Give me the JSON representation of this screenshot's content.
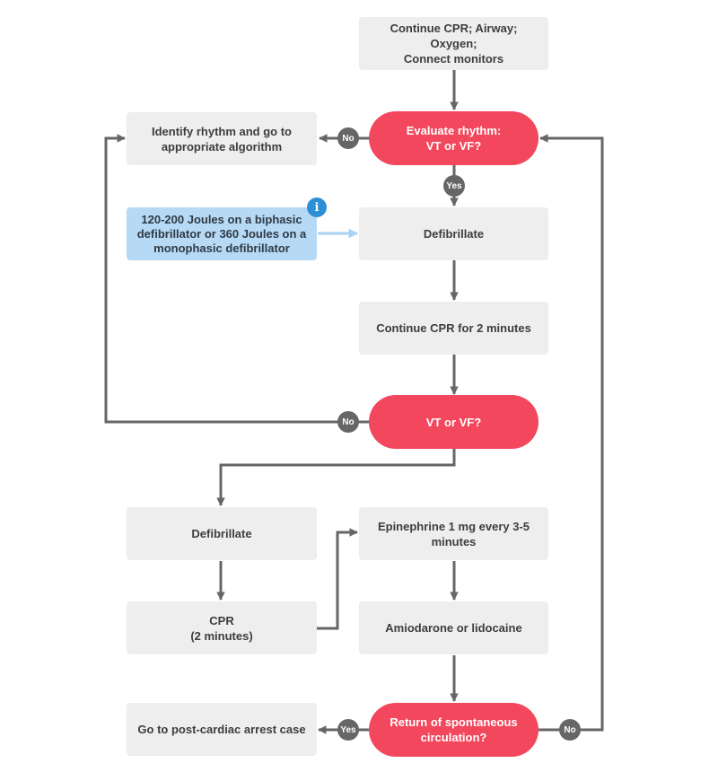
{
  "colors": {
    "box": "#eeeeee",
    "decision": "#f2475c",
    "info": "#b6d9f5",
    "info_icon": "#2f8fd6",
    "connector": "#666666",
    "info_arrow": "#a9d3f3"
  },
  "nodes": {
    "continue_cpr_airway": "Continue CPR; Airway; Oxygen;\nConnect monitors",
    "identify_rhythm": "Identify rhythm and go to\nappropriate algorithm",
    "evaluate_rhythm": "Evaluate rhythm:\nVT or VF?",
    "joules_note": "120-200 Joules on a biphasic\ndefibrillator or 360 Joules on a\nmonophasic defibrillator",
    "defibrillate_1": "Defibrillate",
    "continue_cpr_2min": "Continue CPR for 2 minutes",
    "vt_vf_check": "VT or VF?",
    "defibrillate_2": "Defibrillate",
    "epinephrine": "Epinephrine 1 mg every 3-5\nminutes",
    "cpr_2min": "CPR\n(2 minutes)",
    "amiodarone": "Amiodarone or lidocaine",
    "post_cardiac": "Go to post-cardiac arrest case",
    "rosc": "Return of spontaneous\ncirculation?"
  },
  "badges": {
    "no_1": "No",
    "yes_1": "Yes",
    "no_2": "No",
    "yes_2": "Yes",
    "no_3": "No"
  },
  "info_icon_glyph": "i"
}
